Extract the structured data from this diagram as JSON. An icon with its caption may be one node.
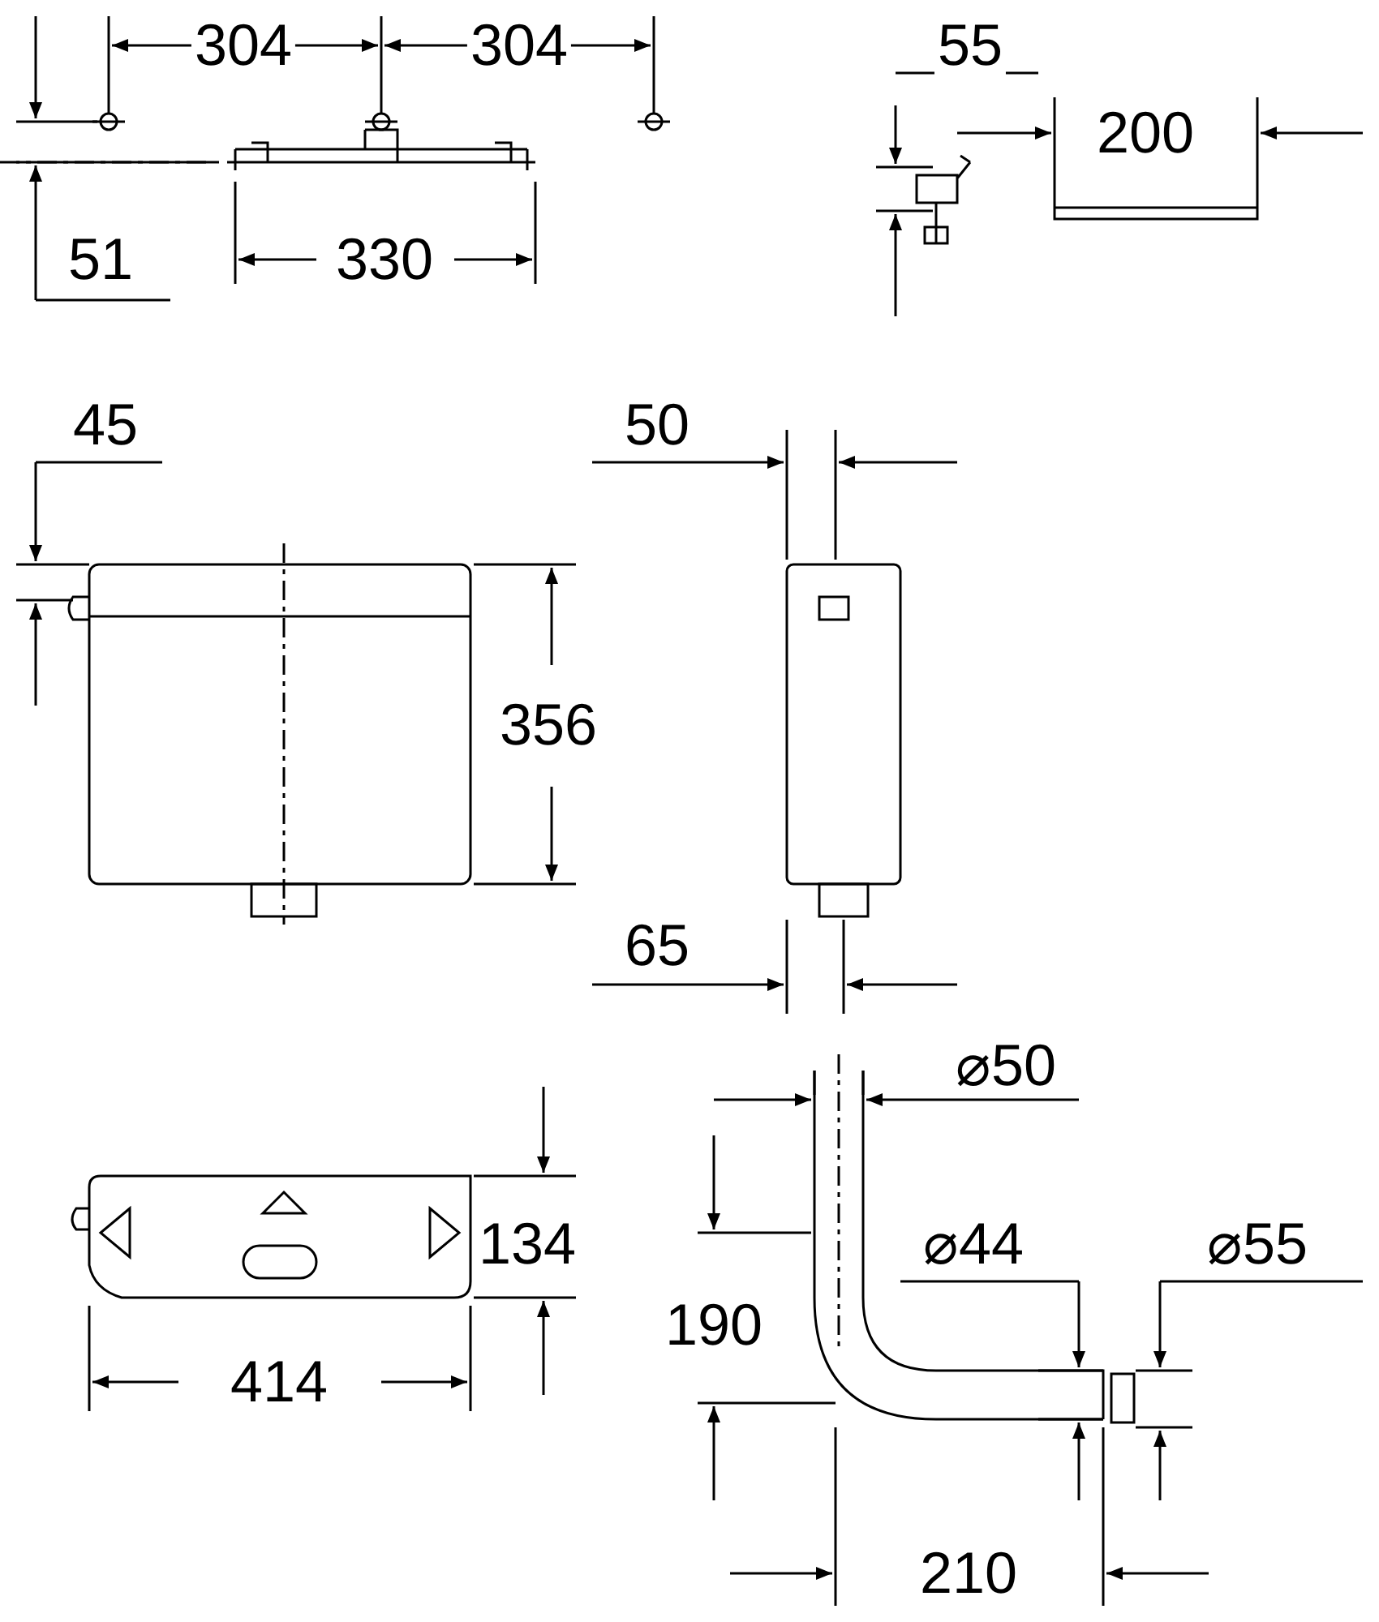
{
  "diagram": {
    "labels": [
      "304",
      "304",
      "55",
      "200",
      "51",
      "330",
      "45",
      "50",
      "356",
      "65",
      "⌀50",
      "134",
      "⌀44",
      "⌀55",
      "190",
      "414",
      "210"
    ]
  }
}
